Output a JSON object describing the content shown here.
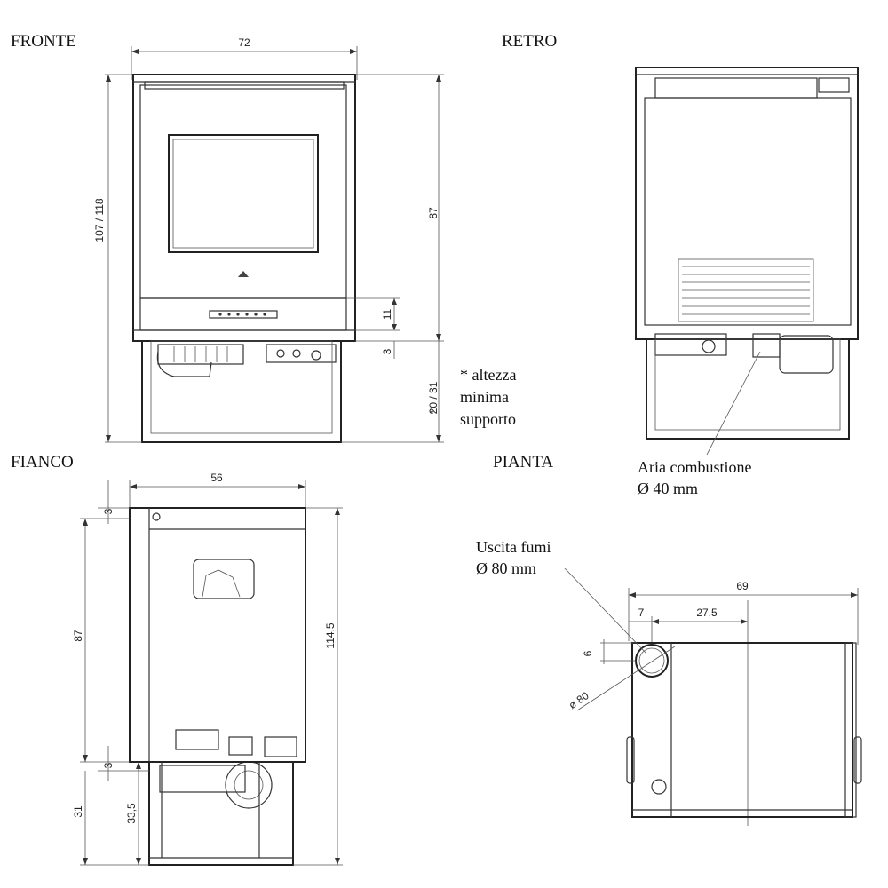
{
  "views": {
    "front": "FRONTE",
    "back": "RETRO",
    "side": "FIANCO",
    "plan": "PIANTA"
  },
  "notes": {
    "support_line1": "* altezza",
    "support_line2": "minima",
    "support_line3": "supporto",
    "air_line1": "Aria combustione",
    "air_line2": "Ø 40 mm",
    "flue_line1": "Uscita fumi",
    "flue_line2": "Ø 80 mm"
  },
  "dimensions": {
    "front_width": "72",
    "front_total_height": "107 / 118",
    "front_body_height": "87",
    "front_panel": "11",
    "front_gap": "3",
    "front_support": "20 / 31",
    "front_support_star": "*",
    "side_depth": "56",
    "side_top_gap": "3",
    "side_body_height": "87",
    "side_total_height": "114,5",
    "side_bottom_gap": "3",
    "side_foot": "31",
    "side_support": "33,5",
    "plan_width": "69",
    "plan_offset_small": "7",
    "plan_offset_axis": "27,5",
    "plan_flue_depth": "6",
    "plan_flue_diameter": "ø 80"
  }
}
